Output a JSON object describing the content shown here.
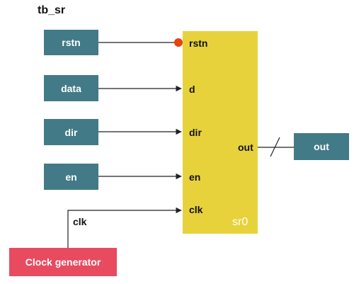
{
  "title": "tb_sr",
  "inputs": [
    {
      "key": "rstn",
      "label": "rstn"
    },
    {
      "key": "data",
      "label": "data"
    },
    {
      "key": "dir",
      "label": "dir"
    },
    {
      "key": "en",
      "label": "en"
    }
  ],
  "module": {
    "name": "sr0",
    "ports": {
      "rstn": "rstn",
      "d": "d",
      "dir": "dir",
      "en": "en",
      "clk": "clk",
      "out": "out"
    }
  },
  "output": {
    "label": "out"
  },
  "clock": {
    "wire_label": "clk",
    "generator_label": "Clock generator"
  },
  "colors": {
    "input_box": "#427a87",
    "module_fill": "#e8d23b",
    "clock_generator": "#e84a5f",
    "reset_bubble": "#e8420e",
    "wire": "#222222"
  }
}
